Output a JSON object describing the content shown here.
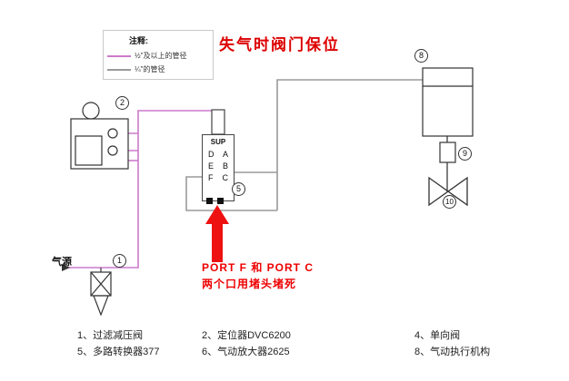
{
  "title": "失气时阀门保位",
  "colors": {
    "title_red": "#dd0000",
    "annotation_red": "#ee0000",
    "pipe_half_inch": "#cc7acc",
    "pipe_quarter_inch": "#9a9a9a",
    "equipment_outline": "#333333"
  },
  "legend": {
    "heading": "注释:",
    "items": [
      {
        "label": "½\"及以上的管径"
      },
      {
        "label": "¼\"的管径"
      }
    ]
  },
  "air_source": {
    "label": "气源"
  },
  "positioner": {
    "sup_label": "SUP",
    "rows": [
      {
        "left": "D",
        "right": "A"
      },
      {
        "left": "E",
        "right": "B"
      },
      {
        "left": "F",
        "right": "C"
      }
    ]
  },
  "annotation": {
    "line1": "PORT F 和 PORT C",
    "line2": "两个口用堵头堵死"
  },
  "callouts": [
    "1",
    "2",
    "5",
    "8",
    "9",
    "10"
  ],
  "footnotes": {
    "rows": [
      [
        "1、过滤减压阀",
        "2、定位器DVC6200",
        "4、单向阀"
      ],
      [
        "5、多路转换器377",
        "6、气动放大器2625",
        "8、气动执行机构"
      ]
    ]
  }
}
